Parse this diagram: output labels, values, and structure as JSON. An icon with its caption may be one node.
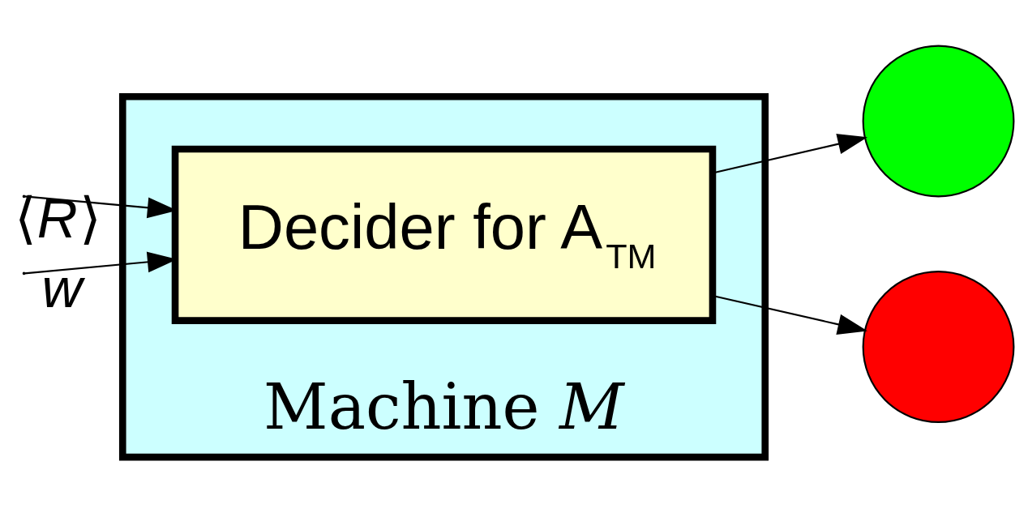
{
  "diagram": {
    "nodes": [
      {
        "text": [
          "Machine *M*"
        ]
      },
      {
        "text": [
          "Decider for A$_{TM}$"
        ],
        "in": 0
      },
      {
        "text": [],
        "shape": "circle"
      },
      {
        "text": [],
        "shape": "circle"
      }
    ],
    "edges": [
      {
        "from": null,
        "to": 1,
        "arrow": "to",
        "label": "⟨*R*⟩"
      },
      {
        "from": null,
        "to": 1,
        "arrow": "to",
        "label": "*w*"
      },
      {
        "from": 1,
        "to": 2,
        "arrow": "to"
      },
      {
        "from": 1,
        "to": 3,
        "arrow": "to"
      }
    ]
  }
}
